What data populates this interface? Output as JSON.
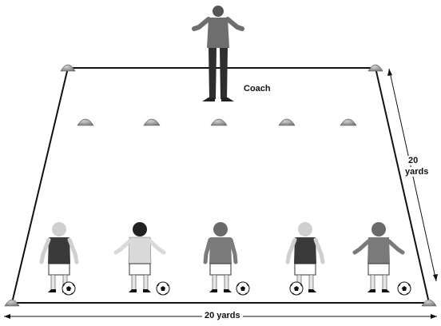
{
  "diagram": {
    "coach_label": "Coach",
    "side_dimension": {
      "value": "20",
      "unit": "yards"
    },
    "bottom_dimension": "20 yards",
    "colors": {
      "line": "#111111",
      "cone": "#8a8a8a",
      "dark_jersey": "#3a3a3a",
      "mid_jersey": "#7a7a7a",
      "light_jersey": "#d9d9d9"
    }
  }
}
